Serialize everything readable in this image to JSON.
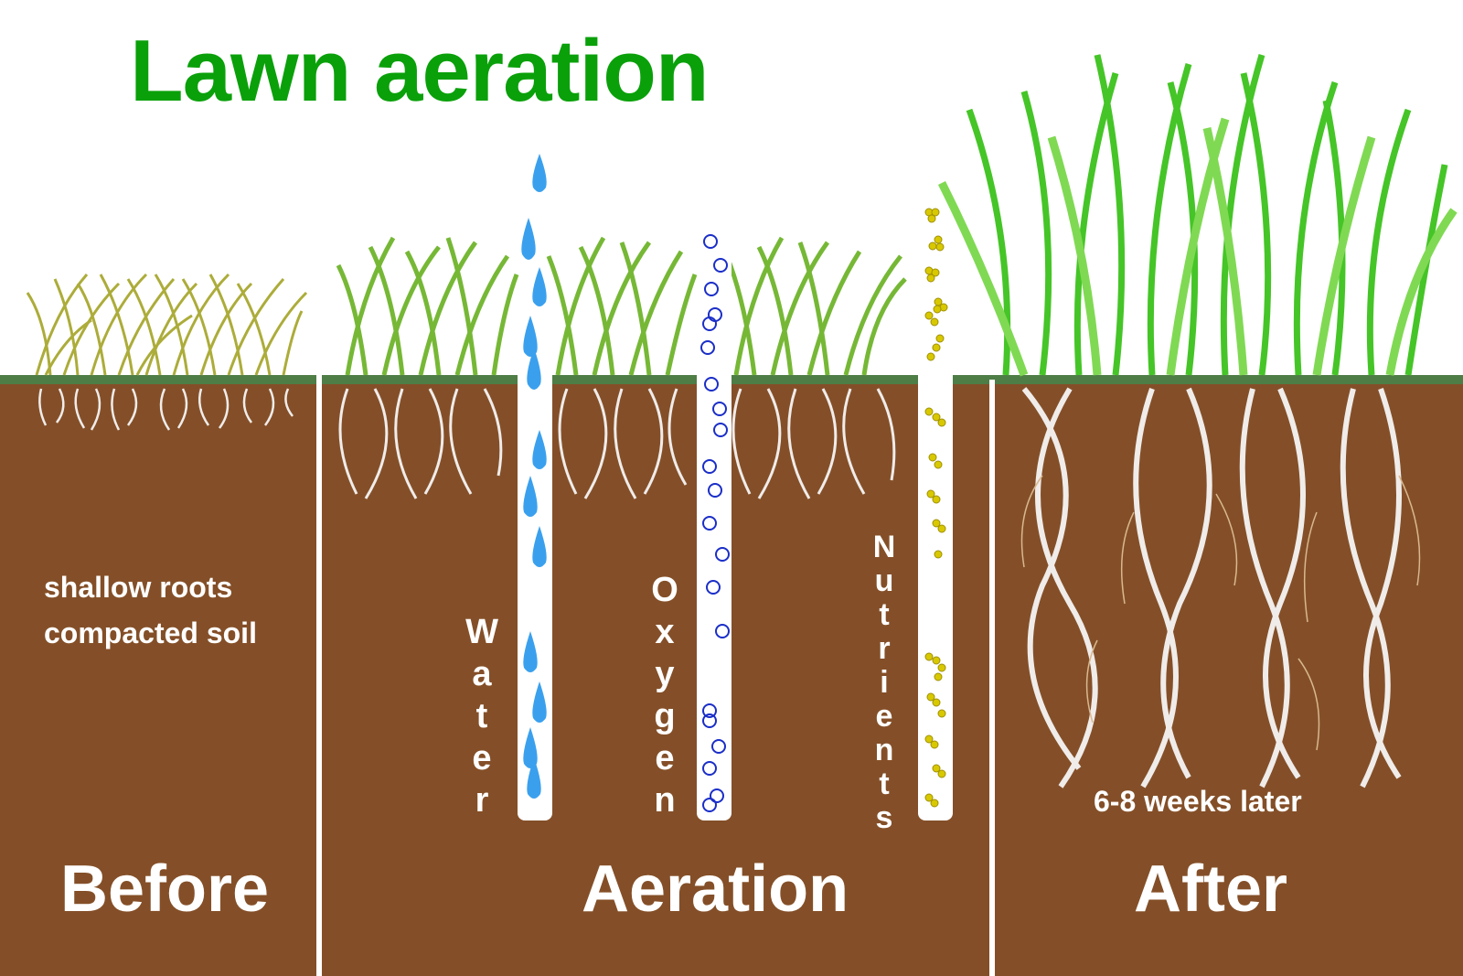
{
  "title": "Lawn aeration",
  "colors": {
    "title": "#0aa00a",
    "soil": "#844f28",
    "turf_line": "#4e7d46",
    "dry_grass": "#a8a830",
    "grass": "#6fb52c",
    "lush_grass": "#3cc21c",
    "roots": "#f0ecea",
    "water": "#3aa0ee",
    "oxygen": "#1a2ec8",
    "nutrients": "#d8c800"
  },
  "panels": {
    "before": {
      "heading": "Before",
      "notes": [
        "shallow roots",
        "compacted soil"
      ]
    },
    "aeration": {
      "heading": "Aeration",
      "channels": [
        {
          "label": "Water",
          "letters": [
            "W",
            "a",
            "t",
            "e",
            "r"
          ],
          "icon": "water-drop-icon"
        },
        {
          "label": "Oxygen",
          "letters": [
            "O",
            "x",
            "y",
            "g",
            "e",
            "n"
          ],
          "icon": "oxygen-bubble-icon"
        },
        {
          "label": "Nutrients",
          "letters": [
            "N",
            "u",
            "t",
            "r",
            "i",
            "e",
            "n",
            "t",
            "s"
          ],
          "icon": "nutrient-granule-icon"
        }
      ]
    },
    "after": {
      "heading": "After",
      "note": "6-8 weeks later"
    }
  }
}
